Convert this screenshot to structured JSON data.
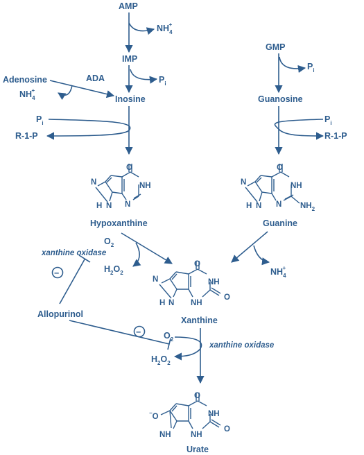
{
  "compounds": {
    "amp": "AMP",
    "imp": "IMP",
    "gmp": "GMP",
    "adenosine": "Adenosine",
    "inosine": "Inosine",
    "guanosine": "Guanosine",
    "hypoxanthine": "Hypoxanthine",
    "guanine": "Guanine",
    "xanthine": "Xanthine",
    "urate": "Urate",
    "allopurinol": "Allopurinol"
  },
  "enzymes": {
    "ada": "ADA",
    "xanthine_oxidase_1": "xanthine oxidase",
    "xanthine_oxidase_2": "xanthine oxidase"
  },
  "species": {
    "nh4": "NH",
    "nh4_sub": "4",
    "nh4_sup": "+",
    "pi": "P",
    "pi_sub": "i",
    "r1p": "R-1-P",
    "o2": "O",
    "o2_sub": "2",
    "h2o2_h": "H",
    "h2o2_sub": "2",
    "h2o2_o": "O",
    "inhibit": "−"
  },
  "atoms": {
    "O": "O",
    "N": "N",
    "NH": "NH",
    "H": "H",
    "NH2": "NH",
    "NH2_sub": "2",
    "O_minus": "O",
    "minus": "−"
  },
  "colors": {
    "primary": "#2e5d8e",
    "background": "#ffffff"
  }
}
